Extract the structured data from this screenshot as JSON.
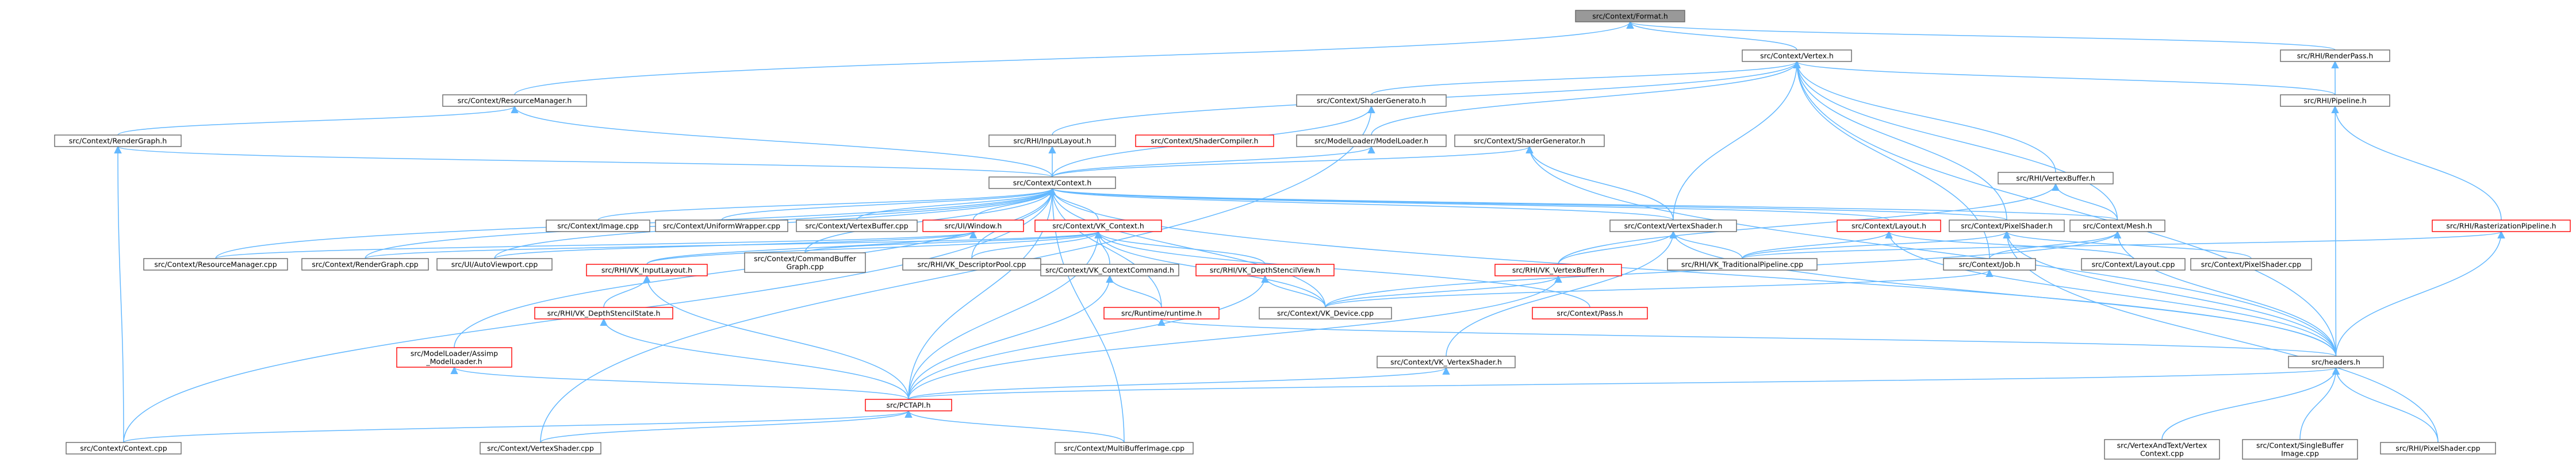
{
  "diagram": {
    "nodes": [
      {
        "id": "format",
        "label": [
          "src/Context/Format.h"
        ],
        "cur": true
      },
      {
        "id": "vertex",
        "label": [
          "src/Context/Vertex.h"
        ]
      },
      {
        "id": "renderpass",
        "label": [
          "src/RHI/RenderPass.h"
        ]
      },
      {
        "id": "resmgr",
        "label": [
          "src/Context/ResourceManager.h"
        ]
      },
      {
        "id": "shadergen",
        "label": [
          "src/Context/ShaderGenerato.h"
        ]
      },
      {
        "id": "pipeline",
        "label": [
          "src/RHI/Pipeline.h"
        ]
      },
      {
        "id": "rendergraph",
        "label": [
          "src/Context/RenderGraph.h"
        ]
      },
      {
        "id": "inputlayout",
        "label": [
          "src/RHI/InputLayout.h"
        ]
      },
      {
        "id": "shadercompiler",
        "label": [
          "src/Context/ShaderCompiler.h"
        ],
        "red": true
      },
      {
        "id": "modelloader",
        "label": [
          "src/ModelLoader/ModelLoader.h"
        ]
      },
      {
        "id": "shadergenerator",
        "label": [
          "src/Context/ShaderGenerator.h"
        ]
      },
      {
        "id": "rhivb",
        "label": [
          "src/RHI/VertexBuffer.h"
        ]
      },
      {
        "id": "context",
        "label": [
          "src/Context/Context.h"
        ]
      },
      {
        "id": "image_cpp",
        "label": [
          "src/Context/Image.cpp"
        ]
      },
      {
        "id": "uniform_cpp",
        "label": [
          "src/Context/UniformWrapper.cpp"
        ]
      },
      {
        "id": "ctxvb_cpp",
        "label": [
          "src/Context/VertexBuffer.cpp"
        ]
      },
      {
        "id": "window",
        "label": [
          "src/UI/Window.h"
        ],
        "red": true
      },
      {
        "id": "vkcontext",
        "label": [
          "src/Context/VK_Context.h"
        ],
        "red": true
      },
      {
        "id": "vertexshader",
        "label": [
          "src/Context/VertexShader.h"
        ]
      },
      {
        "id": "layout",
        "label": [
          "src/Context/Layout.h"
        ],
        "red": true
      },
      {
        "id": "pixelshader",
        "label": [
          "src/Context/PixelShader.h"
        ]
      },
      {
        "id": "mesh",
        "label": [
          "src/Context/Mesh.h"
        ]
      },
      {
        "id": "rasterpipe",
        "label": [
          "src/RHI/RasterizationPipeline.h"
        ],
        "red": true
      },
      {
        "id": "resmgr_cpp",
        "label": [
          "src/Context/ResourceManager.cpp"
        ]
      },
      {
        "id": "rendergraph_cpp",
        "label": [
          "src/Context/RenderGraph.cpp"
        ]
      },
      {
        "id": "autoviewport",
        "label": [
          "src/UI/AutoViewport.cpp"
        ]
      },
      {
        "id": "cmdbuffer",
        "label": [
          "src/Context/CommandBuffer",
          "Graph.cpp"
        ]
      },
      {
        "id": "descpool",
        "label": [
          "src/RHI/VK_DescriptorPool.cpp"
        ]
      },
      {
        "id": "tradpipe",
        "label": [
          "src/RHI/VK_TraditionalPipeline.cpp"
        ]
      },
      {
        "id": "job",
        "label": [
          "src/Context/Job.h"
        ]
      },
      {
        "id": "layout_cpp",
        "label": [
          "src/Context/Layout.cpp"
        ]
      },
      {
        "id": "pixelshader_cpp",
        "label": [
          "src/Context/PixelShader.cpp"
        ]
      },
      {
        "id": "vkinputlayout",
        "label": [
          "src/RHI/VK_InputLayout.h"
        ],
        "red": true
      },
      {
        "id": "ctxcmd",
        "label": [
          "src/Context/VK_ContextCommand.h"
        ]
      },
      {
        "id": "depthstencilview",
        "label": [
          "src/RHI/VK_DepthStencilView.h"
        ],
        "red": true
      },
      {
        "id": "vkvb",
        "label": [
          "src/RHI/VK_VertexBuffer.h"
        ],
        "red": true
      },
      {
        "id": "dss",
        "label": [
          "src/RHI/VK_DepthStencilState.h"
        ],
        "red": true
      },
      {
        "id": "runtime",
        "label": [
          "src/Runtime/runtime.h"
        ],
        "red": true
      },
      {
        "id": "vkdevice",
        "label": [
          "src/Context/VK_Device.cpp"
        ]
      },
      {
        "id": "pass",
        "label": [
          "src/Context/Pass.h"
        ],
        "red": true
      },
      {
        "id": "assimp",
        "label": [
          "src/ModelLoader/Assimp",
          "_ModelLoader.h"
        ],
        "red": true
      },
      {
        "id": "vkvs",
        "label": [
          "src/Context/VK_VertexShader.h"
        ]
      },
      {
        "id": "headers",
        "label": [
          "src/headers.h"
        ]
      },
      {
        "id": "pctapi",
        "label": [
          "src/PCTAPI.h"
        ],
        "red": true
      },
      {
        "id": "ctx_cpp",
        "label": [
          "src/Context/Context.cpp"
        ]
      },
      {
        "id": "vs_cpp",
        "label": [
          "src/Context/VertexShader.cpp"
        ]
      },
      {
        "id": "multibuf",
        "label": [
          "src/Context/MultiBufferImage.cpp"
        ]
      },
      {
        "id": "vat",
        "label": [
          "src/VertexAndText/Vertex",
          "Context.cpp"
        ]
      },
      {
        "id": "single",
        "label": [
          "src/Context/SingleBuffer",
          "Image.cpp"
        ]
      },
      {
        "id": "rhips",
        "label": [
          "src/RHI/PixelShader.cpp"
        ]
      }
    ]
  }
}
